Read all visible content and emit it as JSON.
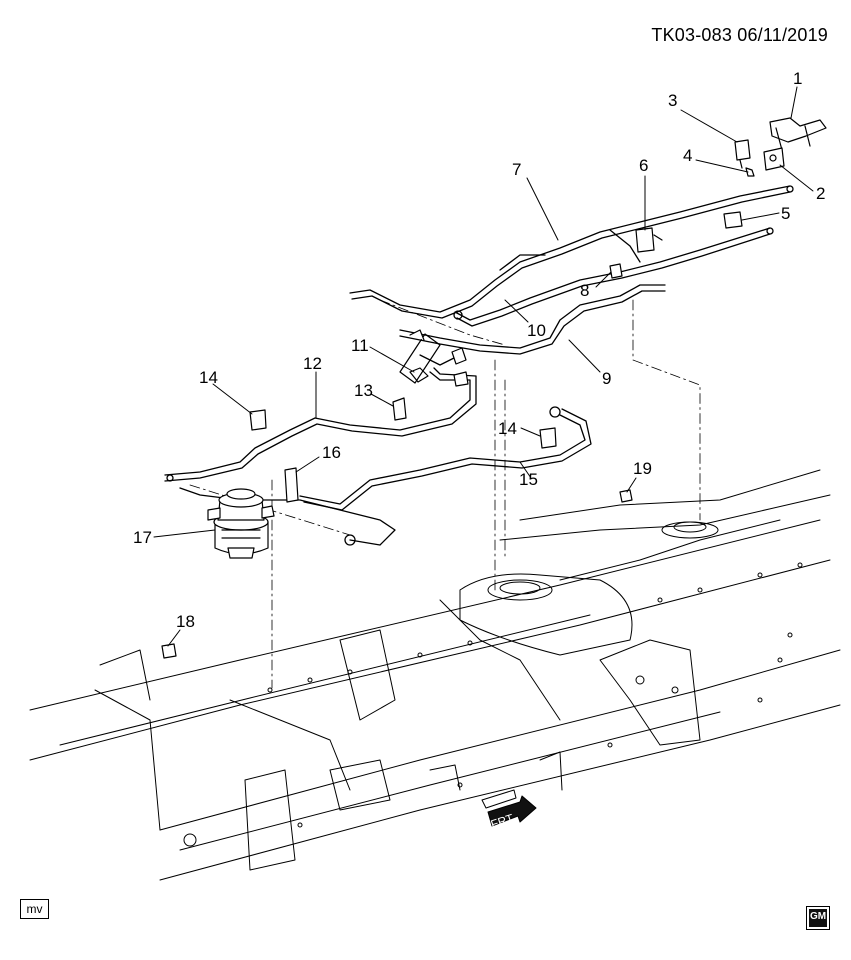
{
  "header": {
    "code": "TK03-083  06/11/2019"
  },
  "refs": {
    "r1": "1",
    "r2": "2",
    "r3": "3",
    "r4": "4",
    "r5": "5",
    "r6": "6",
    "r7": "7",
    "r8": "8",
    "r9": "9",
    "r10": "10",
    "r11": "11",
    "r12": "12",
    "r13": "13",
    "r14a": "14",
    "r14b": "14",
    "r15": "15",
    "r16": "16",
    "r17": "17",
    "r18": "18",
    "r19": "19"
  },
  "footer": {
    "mv": "mv",
    "logo": "GM"
  },
  "colors": {
    "line": "#000000",
    "background": "#ffffff"
  }
}
